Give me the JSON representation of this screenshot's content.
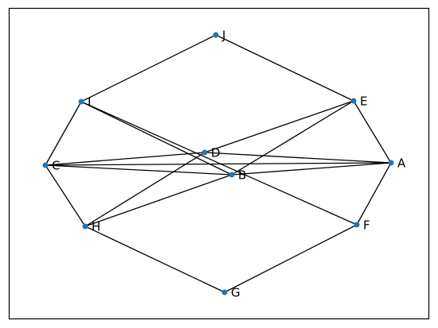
{
  "graph": {
    "node_color": "#1f77b4",
    "edge_color": "#000000",
    "nodes": [
      {
        "id": "A",
        "label": "A"
      },
      {
        "id": "B",
        "label": "B"
      },
      {
        "id": "C",
        "label": "C"
      },
      {
        "id": "D",
        "label": "D"
      },
      {
        "id": "E",
        "label": "E"
      },
      {
        "id": "F",
        "label": "F"
      },
      {
        "id": "G",
        "label": "G"
      },
      {
        "id": "H",
        "label": "H"
      },
      {
        "id": "I",
        "label": "I"
      },
      {
        "id": "J",
        "label": "J"
      }
    ],
    "edges": [
      [
        "J",
        "I"
      ],
      [
        "J",
        "E"
      ],
      [
        "E",
        "A"
      ],
      [
        "A",
        "F"
      ],
      [
        "F",
        "G"
      ],
      [
        "G",
        "H"
      ],
      [
        "H",
        "C"
      ],
      [
        "C",
        "I"
      ],
      [
        "I",
        "B"
      ],
      [
        "I",
        "F"
      ],
      [
        "C",
        "D"
      ],
      [
        "C",
        "B"
      ],
      [
        "C",
        "A"
      ],
      [
        "D",
        "A"
      ],
      [
        "D",
        "E"
      ],
      [
        "D",
        "H"
      ],
      [
        "B",
        "A"
      ],
      [
        "B",
        "E"
      ],
      [
        "B",
        "H"
      ]
    ]
  }
}
